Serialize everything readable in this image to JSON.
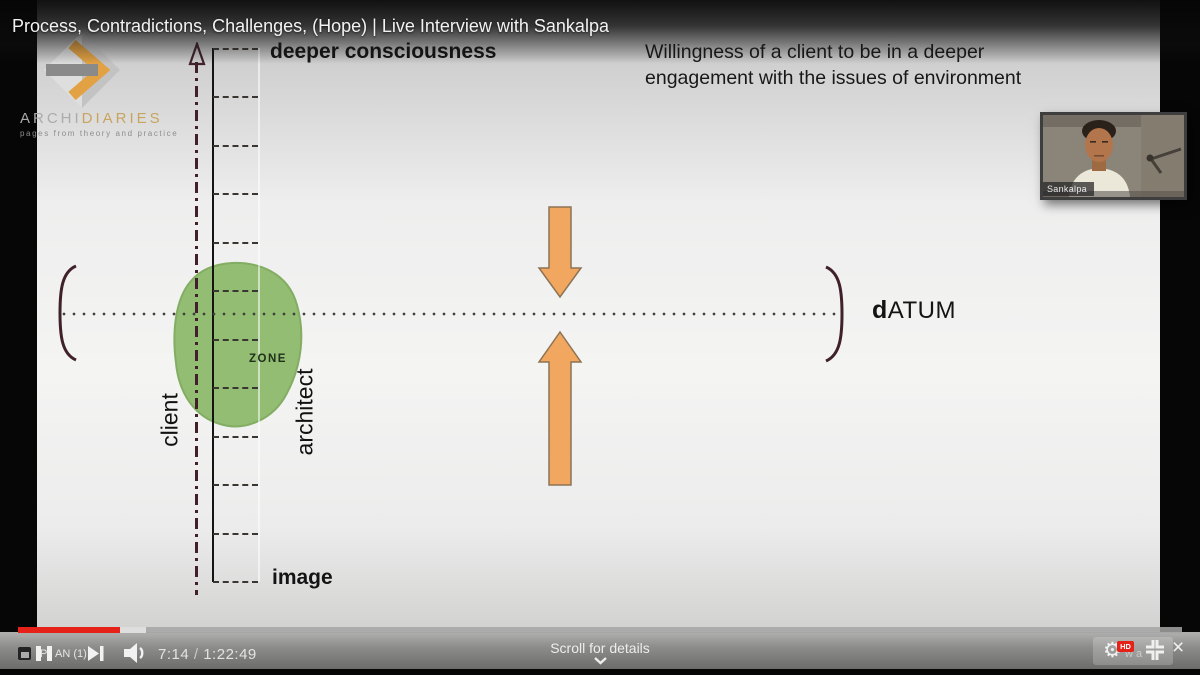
{
  "player": {
    "title": "Process, Contradictions, Challenges, (Hope) | Live Interview with Sankalpa",
    "controls": {
      "time_current": "7:14",
      "time_separator": " / ",
      "time_duration": "1:22:49",
      "scroll_hint": "Scroll for details",
      "hd_badge": "HD",
      "ghost_text_p": "P",
      "ghost_text_an": "AN (1)",
      "ghost_text_wa": "w a",
      "gear_glyph": "⚙",
      "close_glyph": "×"
    }
  },
  "slide": {
    "logo": {
      "brand_primary": "ARCHI",
      "brand_secondary": "DIARIES",
      "tagline": "pages from theory and practice"
    },
    "heading_line1": "Willingness of a client to be in a deeper",
    "heading_line2": "engagement with the issues of environment",
    "diagram": {
      "axis_top_label": "deeper consciousness",
      "axis_bottom_label": "image",
      "left_axis_label": "client",
      "right_axis_label": "architect",
      "zone_label": "ZONE",
      "datum_label_bold": "d",
      "datum_label_rest": "ATUM",
      "rung_count": 12
    }
  },
  "webcam": {
    "name": "Sankalpa"
  },
  "colors": {
    "accent_red": "#e62117",
    "blob_green": "#92bd72",
    "arrow_orange": "#f1a75f",
    "maroon": "#40212b",
    "logo_gold": "#c9a45e"
  }
}
